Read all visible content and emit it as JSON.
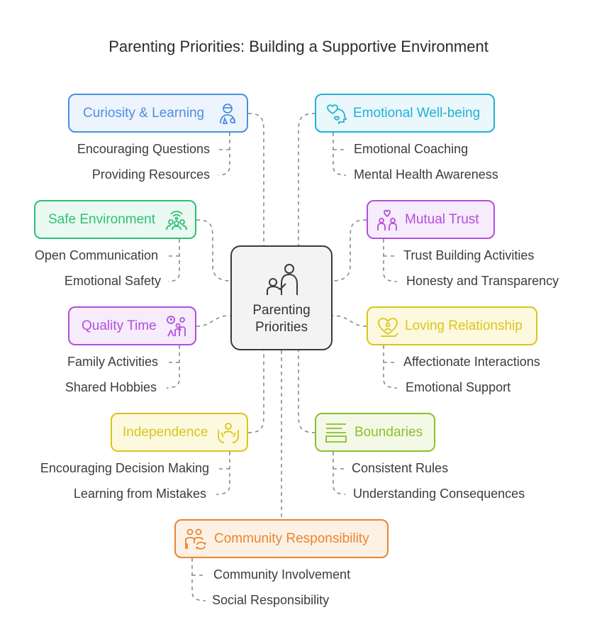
{
  "title": "Parenting Priorities: Building a Supportive Environment",
  "center": {
    "line1": "Parenting",
    "line2": "Priorities",
    "icon": "parent-child-icon"
  },
  "nodes": [
    {
      "id": "curiosity",
      "label": "Curiosity & Learning",
      "icon": "scientist-icon",
      "color": "#4a8fe0",
      "fill": "#eef4fd",
      "items": [
        "Encouraging Questions",
        "Providing Resources"
      ]
    },
    {
      "id": "emotional",
      "label": "Emotional Well-being",
      "icon": "heart-head-icon",
      "color": "#22b0d6",
      "fill": "#eaf8fc",
      "items": [
        "Emotional Coaching",
        "Mental Health Awareness"
      ]
    },
    {
      "id": "safe",
      "label": "Safe Environment",
      "icon": "group-signal-icon",
      "color": "#2fbf78",
      "fill": "#eaf9f1",
      "items": [
        "Open Communication",
        "Emotional Safety"
      ]
    },
    {
      "id": "trust",
      "label": "Mutual Trust",
      "icon": "people-heart-icon",
      "color": "#b24fdc",
      "fill": "#f6ecfc",
      "items": [
        "Trust Building Activities",
        "Honesty and Transparency"
      ]
    },
    {
      "id": "quality",
      "label": "Quality Time",
      "icon": "family-clock-icon",
      "color": "#b24fdc",
      "fill": "#f6ecfc",
      "items": [
        "Family Activities",
        "Shared Hobbies"
      ]
    },
    {
      "id": "loving",
      "label": "Loving Relationship",
      "icon": "heart-person-icon",
      "color": "#d9c51c",
      "fill": "#fdf9de",
      "items": [
        "Affectionate Interactions",
        "Emotional Support"
      ]
    },
    {
      "id": "independence",
      "label": "Independence",
      "icon": "hands-person-icon",
      "color": "#d9c51c",
      "fill": "#fdf9de",
      "items": [
        "Encouraging Decision Making",
        "Learning from Mistakes"
      ]
    },
    {
      "id": "boundaries",
      "label": "Boundaries",
      "icon": "lines-block-icon",
      "color": "#8cbf2e",
      "fill": "#f3f9e6",
      "items": [
        "Consistent Rules",
        "Understanding Consequences"
      ]
    },
    {
      "id": "community",
      "label": "Community Responsibility",
      "icon": "people-cycle-icon",
      "color": "#e8862e",
      "fill": "#fdf1e6",
      "items": [
        "Community Involvement",
        "Social Responsibility"
      ]
    }
  ]
}
